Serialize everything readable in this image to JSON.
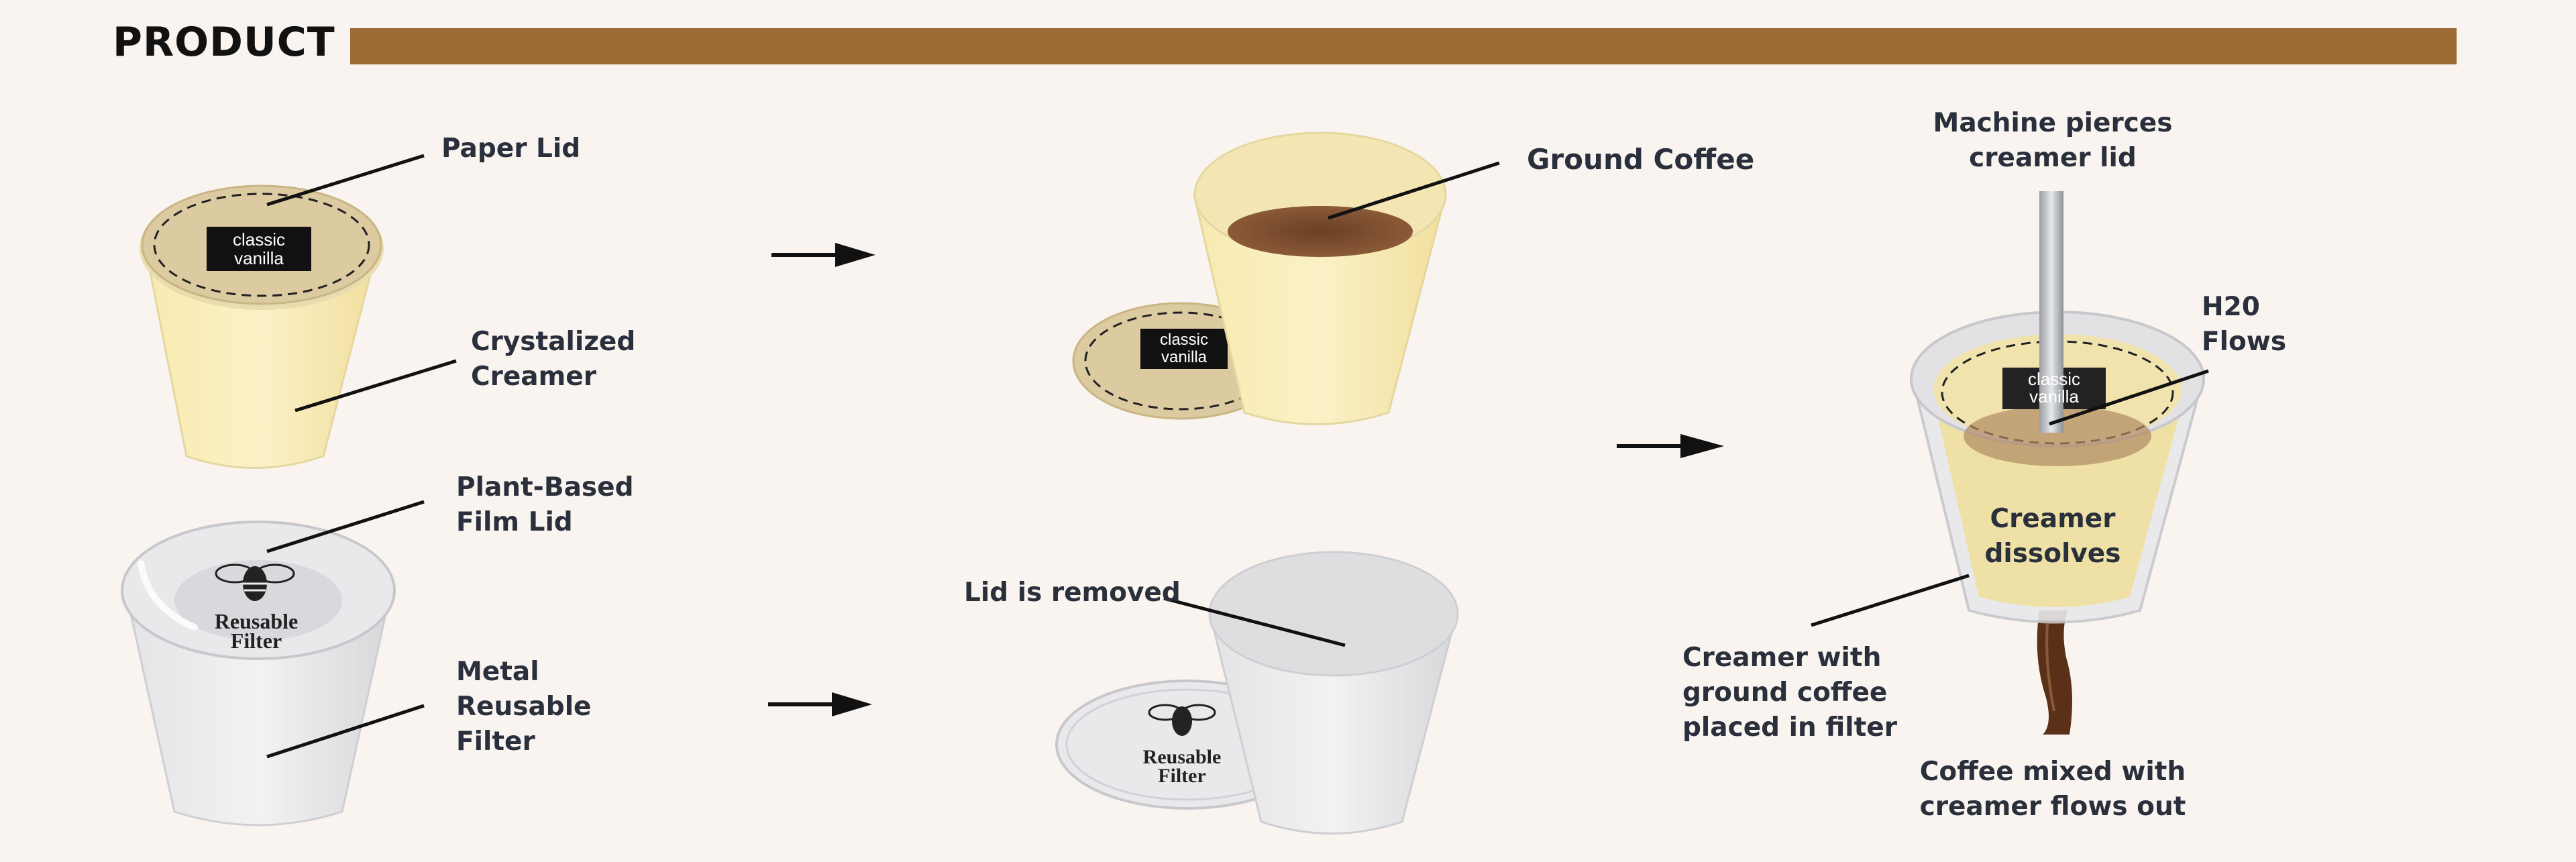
{
  "header": {
    "title": "PRODUCT",
    "accent_color": "#9d6c36"
  },
  "labels": {
    "paper_lid": "Paper Lid",
    "crystalized_creamer_1": "Crystalized",
    "crystalized_creamer_2": "Creamer",
    "film_lid_1": "Plant-Based",
    "film_lid_2": "Film Lid",
    "metal_filter_1": "Metal",
    "metal_filter_2": "Reusable",
    "metal_filter_3": "Filter",
    "ground_coffee": "Ground Coffee",
    "lid_removed": "Lid is removed",
    "machine_pierces_1": "Machine pierces",
    "machine_pierces_2": "creamer lid",
    "h2o_1": "H20",
    "h2o_2": "Flows",
    "creamer_dissolves_1": "Creamer",
    "creamer_dissolves_2": "dissolves",
    "creamer_placed_1": "Creamer with",
    "creamer_placed_2": "ground coffee",
    "creamer_placed_3": "placed in filter",
    "coffee_out_1": "Coffee mixed with",
    "coffee_out_2": "creamer flows out"
  },
  "lid_text": {
    "line1": "classic",
    "line2": "vanilla"
  },
  "filter_logo": {
    "line1": "Reusable",
    "line2": "Filter",
    "icon": "bee-icon"
  }
}
